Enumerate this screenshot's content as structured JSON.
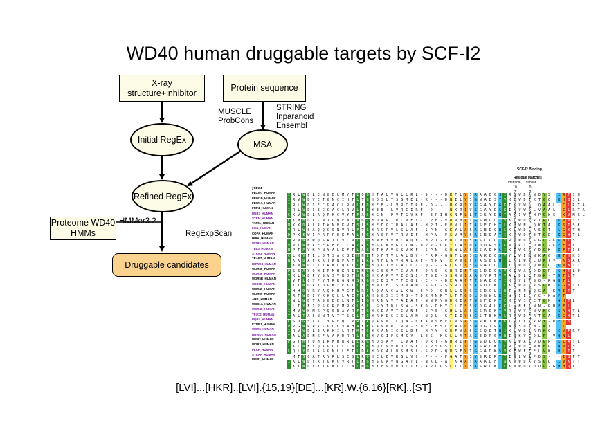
{
  "title": "WD40 human druggable targets by SCF-I2",
  "nodes": {
    "xray": "X-ray structure+inhibitor",
    "protein_sequence": "Protein sequence",
    "initial_regex": "Initial RegEx",
    "msa": "MSA",
    "refined_regex": "Refined RegEx",
    "proteome": "Proteome WD40 HMMs",
    "druggable": "Druggable candidates"
  },
  "labels": {
    "muscle": "MUSCLE",
    "probcons": "ProbCons",
    "string": "STRING",
    "inparanoid": "Inparanoid",
    "ensembl": "Ensembl",
    "hmmer": "HMMer3.2",
    "regexpscan": "RegExpScan"
  },
  "regex_pattern": "[LVI]...[HKR]..[LVI].{15,19}[DE]...[KR].W.{6,16}[RK]..[ST]",
  "alignment": {
    "binding_header": "SCF-I2 Binding",
    "matches_header": "Residue Matches",
    "identical_header": "identical",
    "similar_header": "similar",
    "rows": [
      {
        "name": "yCDC4",
        "seq": "IRLWDLENGELMYTLQGHTALVGLLRL-S---DKFLVSAAADGSIRGWDANDYS-IRFSH",
        "identical": "10",
        "similar": "0",
        "purple": false
      },
      {
        "name": "FBXW7_HUMAN",
        "seq": "IRVWDVETGNCIHTLTGHQSLTSGMEL-K---DNILVSGNADSTVKIWDIKTGQ-KHQSL",
        "identical": "7",
        "similar": "2",
        "purple": false
      },
      {
        "name": "FBW1B_HUMAN",
        "seq": "IRLWDIECGACLRVLEGHEE-LVRCIRF-D---NKRIVSGAYDGKIKVWDLQAAL-CLRTA",
        "identical": "7",
        "similar": "2",
        "purple": false
      },
      {
        "name": "FBW1A_HUMAN",
        "seq": "IRLWDIECGACLRVLEGHEE-LVRCIRF-D---NKRIVSGAYDGKIKVWDLVAAL-CLRTA",
        "identical": "7",
        "similar": "2",
        "purple": false
      },
      {
        "name": "FRP4_HUMAN",
        "seq": "CKVWDLRQRKCVYTFASHGN-PVTGVKF-EPIHGNFLLTGSYDNTAKIWTHPGWS-KVMGL",
        "identical": "6",
        "similar": "4",
        "purple": false
      },
      {
        "name": "BUB3_HUMAN",
        "seq": "LKMHDL-NTDQENLVGTHDAPIRCVEY-CPE-VNVMVTGSWDQTVKLWDPRTPC-KVVTY",
        "identical": "4",
        "similar": "4",
        "purple": true
      },
      {
        "name": "STRN_HUMAN",
        "seq": "NKKDALRTWNPKVTSLSHFDGIRALAF-HPI-EPVLITASEDHTLKMWNLQKTA-KSTSK",
        "identical": "5",
        "similar": "3",
        "purple": true
      },
      {
        "name": "TAF5L_HUMAN",
        "seq": "VRLWSAQQGSNVRLFTGHRGPVLSLAF-SPN-GKYLASAGEDQRLKLWDLASGT-LGKTH",
        "identical": "4",
        "similar": "3",
        "purple": false
      },
      {
        "name": "LIS1_HUMAN",
        "seq": "DPKEWIPRPPEKFALSGHRSPVTRVIF-HPV-FSVMVSASEDATIKVWDYETGD-KGHTL",
        "identical": "4",
        "similar": "4",
        "purple": true
      },
      {
        "name": "COPA_HUMAN",
        "seq": "IRVWNWQSRTCVCVLTGHNHYVMCAQF-HPT-EDLVVSASLDQTVRVWDISGL-KKNLS",
        "identical": "6",
        "similar": "3",
        "purple": false
      },
      {
        "name": "HIRA_HUMAN",
        "seq": "VVIWNAEFPFEILATRSHSGKVGLTW-DPV-GKYIASQADDRSLKVWRTLDWQ-KFFDV",
        "identical": "6",
        "similar": "3",
        "purple": false
      },
      {
        "name": "WDR5_HUMAN",
        "seq": "NPTPVKPNYALKFTLAGHTKAVSSVKF-SPN-GEWLASSSADKLIKIWGAYDGK-KFTIS",
        "identical": "5",
        "similar": "3",
        "purple": true
      },
      {
        "name": "TBL3_HUMAN",
        "seq": "CLKVFELQTSACQIHNLTDFTVLALDV-FRR-GWFLASCAKDQSVYLWEMNKAG-HTHKS",
        "identical": "8",
        "similar": "0",
        "purple": true
      },
      {
        "name": "STRN3_HUMAN",
        "seq": "NKKDAFRKTWNPKFTLRSHFDGVRALAF-HPV-EPVLVTASEDHTLKLWNLQKTV-KSAK",
        "identical": "5",
        "similar": "3",
        "purple": true
      },
      {
        "name": "TRAF7_HUMAN",
        "seq": "IKVWDTTTRKCQKTLEGHQGIVLALCI-Q---GCKLYSGSADCTIIVWDIQNLQ-KVNTI",
        "identical": "6",
        "similar": "3",
        "purple": false
      },
      {
        "name": "BRWD3_HUMAN",
        "seq": "PSSAYQHIRMHKRILNGHGSSVTCVAF-DRS-GRRIFTGSDDCLVKIWATDDGR-GHTLP",
        "identical": "6",
        "similar": "2",
        "purple": true
      },
      {
        "name": "WDR86_HUMAN",
        "seq": "VKLWDPVSVSVRDFHRGHKAPVVECSI-TGD-SSRVIAASYRTVVALDLETGK-YDTLT",
        "identical": "4",
        "similar": "4",
        "purple": false
      },
      {
        "name": "WDR86_HUMAN",
        "seq": "VVTLCYPYTRRGNRSRGHEESVTFCQL-E---DEAAFTTSADCTIKDVLTGQ-RGHTL",
        "identical": "4",
        "similar": "4",
        "purple": true
      },
      {
        "name": "WDR5B_HUMAN",
        "seq": "IIIWGAYDGKYEKTLYGHNLEISDVAW-SSD-SSRLVSASDDKTLKLWDVRSGK-KGHTL",
        "identical": "6",
        "similar": "3",
        "purple": false
      },
      {
        "name": "CDD8B_HUMAN",
        "seq": "YHHDVRVAQHHVGTLRIRQAVCALKW-SPD-GRLLSSGCSDGLIRTWNPHQGA-KVITT",
        "identical": "4",
        "similar": "3",
        "purple": true
      },
      {
        "name": "WDR49_HUMAN",
        "seq": "VRFWDIYKKQLLAEFLAHSGSIIMS-TDKMNRYLTTGDLDGWLKIWNIEEYC-KAPT",
        "identical": "2",
        "similar": "6",
        "purple": false
      },
      {
        "name": "WDR69_HUMAN",
        "seq": "CWLWDTASGEELNTLEGHRNVVYAIAF-NNPYGDKIATGSFDKTCKLWSVETGK-GHTL",
        "identical": "5",
        "similar": "5",
        "purple": false
      },
      {
        "name": "AHI1_HUMAN",
        "seq": "ILIYEIPSGRFMRKLSCLGYIDLSW-SKD-DHYILTSSKDGALKKLWNEINN-PHPEL",
        "identical": "8",
        "similar": "1",
        "purple": false
      },
      {
        "name": "WDS1A_HUMAN",
        "seq": "IMVWHMKPQSRAYRFTGHKDAVTCVNF-SPS-GHLLASGSRDKTVRVWVPNVKG-SAHTL",
        "identical": "6",
        "similar": "3",
        "purple": false
      },
      {
        "name": "WDR48_HUMAN",
        "seq": "TALTASNNTVTTSSLTGHRKDSISLAM-NQL-GTIIVSGSTEKVLRVWDPRTCA-KGHTL",
        "identical": "4",
        "similar": "4",
        "purple": true
      },
      {
        "name": "TP3C2_HUMAN",
        "seq": "LSDGSLKLYPFQCPRIAQAVNTLQW-CKANSHFLVSASSRKIKRKIRLLRRPY-RFLS",
        "identical": "5",
        "similar": "2",
        "purple": true
      },
      {
        "name": "PQR4_HUMAN",
        "seq": "PPGWRPK-GLLVAHAEKSAVNRIRV-SDE-HSLFATCSNDGTVKIWNSQKM-KTTTL",
        "identical": "4",
        "similar": "4",
        "purple": true
      },
      {
        "name": "KTNB1_HUMAN",
        "seq": "IRVWDLEAKKILRTMTGHKANICSLDF-HPY-GEFVASGSQDTNIKLWDIRRKG-CVFRY",
        "identical": "6",
        "similar": "3",
        "purple": false
      },
      {
        "name": "WDR6_HUMAN",
        "seq": "TALADNKFVAPDRRLSGHVGIFSMSY-LES-KGLLATASEDRSVRIWKVGDLR-VQNL",
        "identical": "6",
        "similar": "1",
        "purple": true
      },
      {
        "name": "BRWD1_HUMAN",
        "seq": "PGTMYQHIRMHRRILRGHQSAVTCVAF-DRT-GHRIFTGSDDCLVKIWATDDGR-LLATL",
        "identical": "6",
        "similar": "2",
        "purple": true
      },
      {
        "name": "WSB2_HUMAN",
        "seq": "IKLWEVQTGLLLLNLSGHQDVVRDLSF-TPSGSLILVSASRDKTLRLWDLNKHG-QVLS",
        "identical": "7",
        "similar": "2",
        "purple": false
      },
      {
        "name": "WDR3_HUMAN",
        "seq": "LQLYDLASGNLLETLDAHDGALWSMSL-SPD-QRGFVTGGADKSVKFWEFELVK-RLTT",
        "identical": "6",
        "similar": "2",
        "purple": false
      },
      {
        "name": "PLAP_HUMAN",
        "seq": "-MTSGATRYRLSCSLRGHELDVRGLVC-P---PGAFVSVSRDRTTIRLWAPDS---ISFT",
        "identical": "6",
        "similar": "2",
        "purple": true
      },
      {
        "name": "STRAP_HUMAN",
        "seq": "IKLWDVRTGKCVRTLKGHSGAVWGATL-NKD-ATKAATAAADFTAKVWDAVSGD-IVKTT",
        "identical": "5",
        "similar": "3",
        "purple": true
      },
      {
        "name": "WSB1_HUMAN",
        "seq": "IKIWDVYTGKLLLNLMGHTEVVRDLTF-APDGSLILVSASRDKTLKVWDRDDG-GHHQL",
        "identical": "7",
        "similar": "2",
        "purple": false
      }
    ]
  }
}
